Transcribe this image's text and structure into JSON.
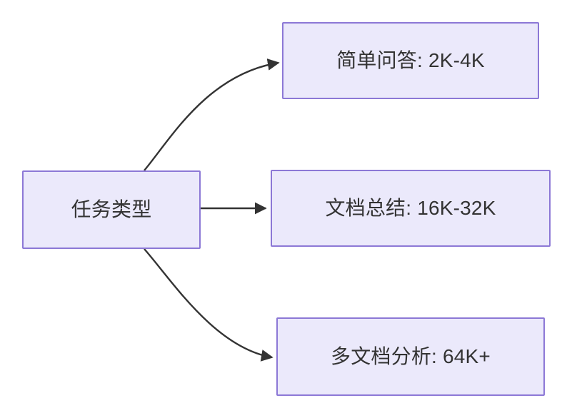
{
  "diagram": {
    "type": "flowchart",
    "direction": "left-to-right",
    "background_color": "#ffffff",
    "node_fill_color": "#ebe9fb",
    "node_border_color": "#8c78d6",
    "node_text_color": "#333333",
    "edge_color": "#333333",
    "root": {
      "id": "root",
      "label": "任务类型"
    },
    "branches": [
      {
        "id": "simple",
        "label": "简单问答: 2K-4K",
        "task": "简单问答",
        "context_length": "2K-4K",
        "edge_style": "curved-up"
      },
      {
        "id": "doc",
        "label": "文档总结: 16K-32K",
        "task": "文档总结",
        "context_length": "16K-32K",
        "edge_style": "straight"
      },
      {
        "id": "multi",
        "label": "多文档分析: 64K+",
        "task": "多文档分析",
        "context_length": "64K+",
        "edge_style": "curved-down"
      }
    ]
  }
}
